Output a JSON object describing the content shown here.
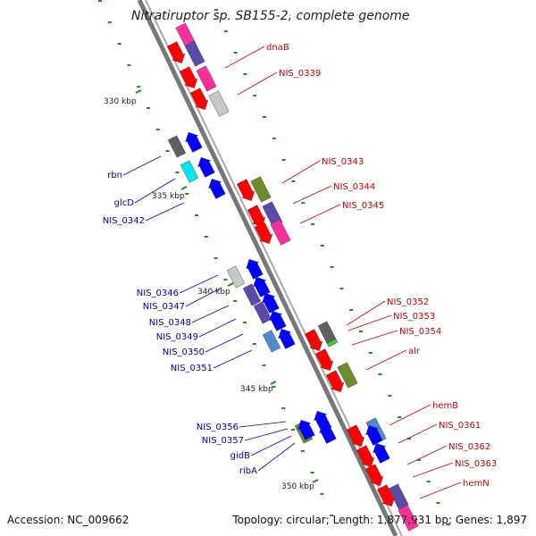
{
  "title": "Nitratiruptor sp. SB155-2, complete genome",
  "footer": {
    "accession": "Accession: NC_009662",
    "summary": "Topology: circular; Length: 1,877,931 bp; Genes: 1,897"
  },
  "ticks": [
    "330 kbp",
    "335 kbp",
    "340 kbp",
    "345 kbp",
    "350 kbp"
  ],
  "labels_right": [
    "dnaB",
    "NIS_0339",
    "NIS_0343",
    "NIS_0344",
    "NIS_0345",
    "NIS_0352",
    "NIS_0353",
    "NIS_0354",
    "alr",
    "hemB",
    "NIS_0361",
    "NIS_0362",
    "NIS_0363",
    "hemN"
  ],
  "labels_left": [
    "rbn",
    "glcD",
    "NIS_0342",
    "NIS_0346",
    "NIS_0347",
    "NIS_0348",
    "NIS_0349",
    "NIS_0350",
    "NIS_0351",
    "NIS_0356",
    "NIS_0357",
    "gidB",
    "ribA"
  ],
  "colors": {
    "forward_gene": "#ff0000",
    "reverse_gene": "#0000ff",
    "backbone": "#8c8c8c",
    "tick_mark": "#228b22",
    "cog_magenta": "#ff2e9a",
    "cog_purple": "#5b4ba8",
    "cog_grey": "#c8c8c8",
    "cog_olive": "#6f8a2a",
    "cog_cyan": "#00e5ee",
    "cog_steel": "#4a8ccc",
    "cog_dark": "#606060",
    "cog_green": "#33cc33",
    "label_forward": "#cc0000",
    "label_reverse": "#0000bb"
  }
}
